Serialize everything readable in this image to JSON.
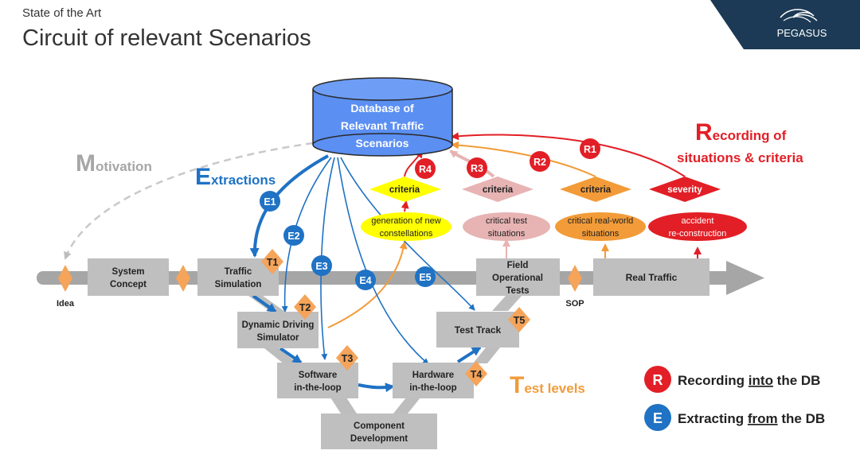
{
  "header": {
    "section": "State of the Art",
    "title": "Circuit of relevant Scenarios",
    "logo_text": "PEGASUS"
  },
  "database": {
    "lines": [
      "Database of",
      "Relevant Traffic",
      "Scenarios"
    ]
  },
  "titles": {
    "motivation_cap": "M",
    "motivation_rest": "otivation",
    "extractions_cap": "E",
    "extractions_rest": "xtractions",
    "recording_cap": "R",
    "recording_line1": "ecording of",
    "recording_line2": "situations & criteria",
    "testlevels_cap": "T",
    "testlevels_rest": "est levels"
  },
  "process_boxes": {
    "system_concept": [
      "System",
      "Concept"
    ],
    "traffic_simulation": [
      "Traffic",
      "Simulation"
    ],
    "field_operational_tests": [
      "Field",
      "Operational",
      "Tests"
    ],
    "real_traffic": [
      "Real Traffic"
    ],
    "dynamic_driving_simulator": [
      "Dynamic Driving",
      "Simulator"
    ],
    "software_in_the_loop": [
      "Software",
      "in-the-loop"
    ],
    "hardware_in_the_loop": [
      "Hardware",
      "in-the-loop"
    ],
    "test_track": [
      "Test Track"
    ],
    "component_development": [
      "Component",
      "Development"
    ]
  },
  "milestones": {
    "idea": "Idea",
    "sop": "SOP"
  },
  "test_level_tags": [
    "T1",
    "T2",
    "T3",
    "T4",
    "T5"
  ],
  "extraction_tags": [
    "E1",
    "E2",
    "E3",
    "E4",
    "E5"
  ],
  "recording_tags": [
    "R1",
    "R2",
    "R3",
    "R4"
  ],
  "criteria_diamonds": {
    "r4": "criteria",
    "r3": "criteria",
    "r2": "criteria",
    "r1": "severity"
  },
  "situation_ellipses": {
    "r4": [
      "generation of new",
      "constellations"
    ],
    "r3": [
      "critical test",
      "situations"
    ],
    "r2": [
      "critical real-world",
      "situations"
    ],
    "r1": [
      "accident",
      "re-construction"
    ]
  },
  "legend": {
    "r_badge": "R",
    "r_text_pre": "Recording ",
    "r_text_em": "into",
    "r_text_post": " the DB",
    "e_badge": "E",
    "e_text_pre": "Extracting ",
    "e_text_em": "from",
    "e_text_post": " the DB"
  },
  "colors": {
    "extraction_blue": "#1f72c4",
    "recording_red": "#e21f26",
    "recording_orange": "#f29b38",
    "recording_pink": "#e7b3b3",
    "criteria_yellow": "#ffff00",
    "database_blue": "#5b8ff2",
    "box_gray": "#bfbfbf",
    "tag_orange": "#f5a45a",
    "motivation_gray": "#a6a6a6",
    "logo_bg": "#1c3a55"
  }
}
